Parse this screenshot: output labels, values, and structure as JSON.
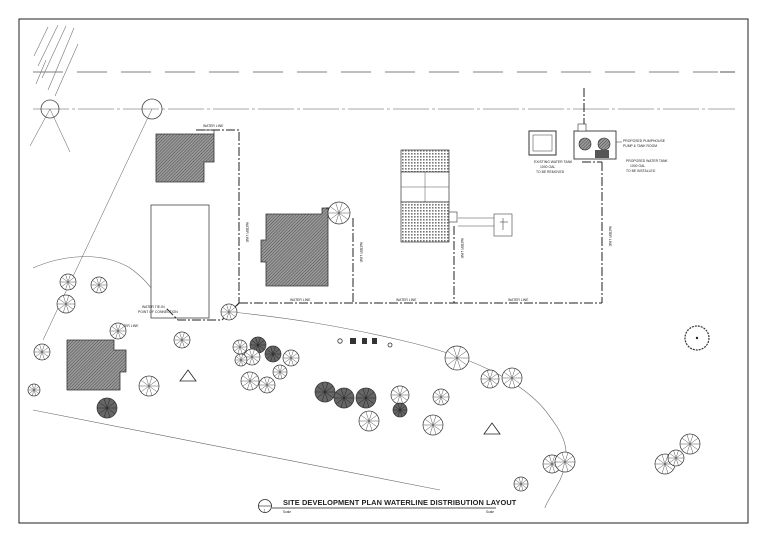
{
  "drawing": {
    "title": "SITE DEVELOPMENT PLAN WATERLINE DISTRIBUTION LAYOUT",
    "title_number": "1",
    "scale_left": "Scale",
    "scale_right": "Scale"
  },
  "labels": {
    "pipe_run": "WATER LINE",
    "existing_tank": "EXISTING WATER TANK",
    "existing_tank_capacity": "1000 GAL",
    "existing_tank_note": "TO BE REMOVED",
    "proposed_pump": "PROPOSED PUMPHOUSE",
    "proposed_pump_note": "PUMP & TANK ROOM",
    "proposed_tank": "PROPOSED WATER TANK",
    "proposed_tank_capacity": "1000 GAL",
    "proposed_tank_note": "TO BE INSTALLED",
    "tie_in": "WATER TIE-IN",
    "tie_in_note": "POINT OF CONNECTION"
  },
  "colors": {
    "line": "#222222",
    "hatch": "#7a7a7a",
    "tree": "#333333"
  }
}
